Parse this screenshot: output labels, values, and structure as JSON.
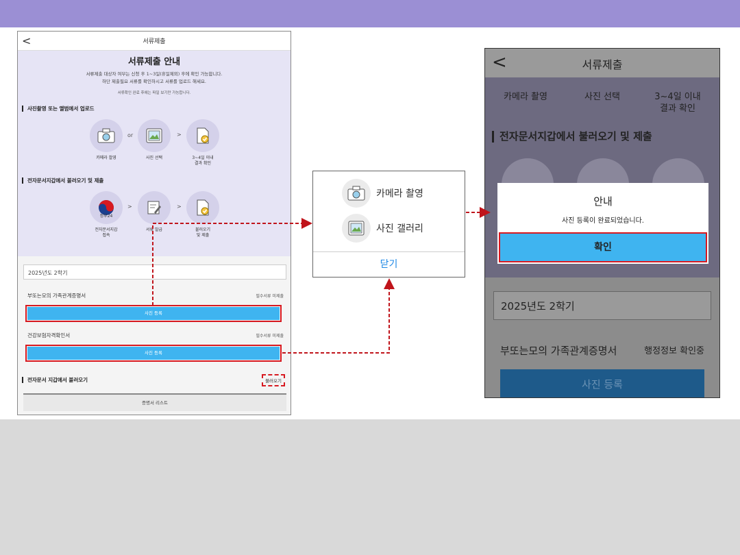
{
  "phone1": {
    "header_title": "서류제출",
    "back": "<",
    "guide_title": "서류제출 안내",
    "desc_line1": "서류제출 대상자 여부는 신청 후 1~3일(휴일제외) 후에 확인 가능합니다.",
    "desc_line2": "하단 제출필요 서류를 확인하시고 서류를 업로드 해세요.",
    "note": "서류확인 완료 후에는 파일 보기만 가능합니다.",
    "section1_title": "사진촬영 또는 앨범에서 업로드",
    "section1_steps": [
      {
        "label": "카메라 촬영",
        "icon": "camera-icon"
      },
      {
        "label": "사진 선택",
        "icon": "gallery-icon"
      },
      {
        "label": "3~4일 이내\n결과 확인",
        "icon": "document-check-icon"
      }
    ],
    "or_text": "or",
    "arrow": ">",
    "section2_title": "전자문서지갑에서 불러오기 및 제출",
    "section2_steps": [
      {
        "label": "전자문서지갑\n접속",
        "icon": "gov24-logo-icon",
        "sub": "정부24"
      },
      {
        "label": "서류 발급",
        "icon": "document-edit-icon"
      },
      {
        "label": "불러오기\n및 제출",
        "icon": "document-check-icon"
      }
    ],
    "semester": "2025년도 2학기",
    "docs": [
      {
        "name": "부또는모의 가족관계증명서",
        "status": "필수서류 미제출",
        "button": "사진 등록"
      },
      {
        "name": "건강보험자격확인서",
        "status": "필수서류 미제출",
        "button": "사진 등록"
      }
    ],
    "wallet_title": "전자문서 지갑에서 불러오기",
    "load_link": "불러오기",
    "cert_list": "증명서 리스트"
  },
  "popup": {
    "options": [
      {
        "label": "카메라 촬영",
        "icon": "camera-icon"
      },
      {
        "label": "사진 갤러리",
        "icon": "gallery-icon"
      }
    ],
    "close": "닫기"
  },
  "phone2": {
    "header_title": "서류제출",
    "back": "<",
    "step_labels": [
      "카메라 촬영",
      "사진 선택",
      "3~4일 이내\n결과 확인"
    ],
    "section_title": "전자문서지갑에서 불러오기 및 제출",
    "semester": "2025년도 2학기",
    "doc_name": "부또는모의 가족관계증명서",
    "doc_status": "행정정보 확인중",
    "photo_button": "사진 등록",
    "dialog": {
      "title": "안내",
      "message": "사진 등록이 완료되었습니다.",
      "ok": "확인"
    }
  },
  "colors": {
    "banner": "#9b8fd4",
    "accent_blue": "#3fb4f0",
    "highlight_red": "#d71920",
    "link_blue": "#1e88e5"
  }
}
